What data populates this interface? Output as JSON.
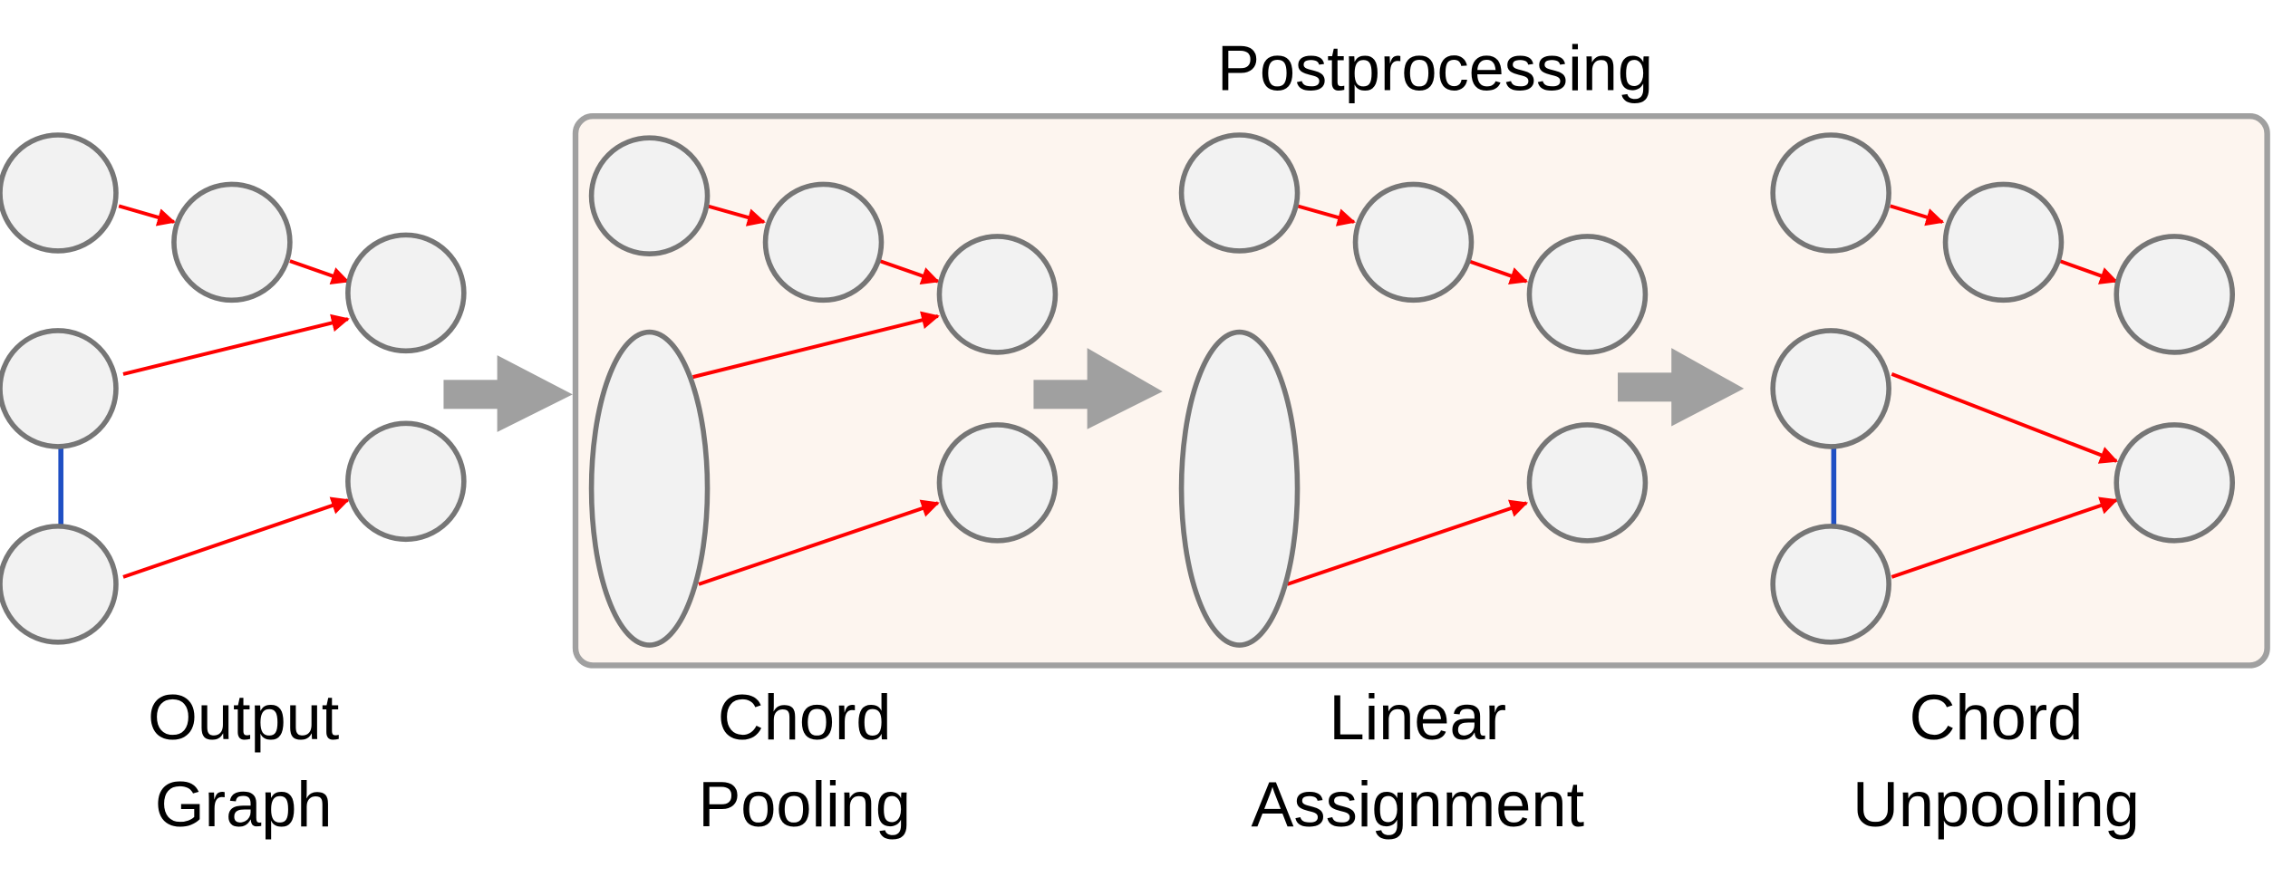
{
  "title": "Postprocessing",
  "stages": [
    {
      "line1": "Output",
      "line2": "Graph"
    },
    {
      "line1": "Chord",
      "line2": "Pooling"
    },
    {
      "line1": "Linear",
      "line2": "Assignment"
    },
    {
      "line1": "Chord",
      "line2": "Unpooling"
    }
  ],
  "colors": {
    "directed_edge": "#ff0000",
    "undirected_edge": "#1f4fc4",
    "node_fill": "#f2f2f2",
    "box_fill": "#fdf5ef"
  }
}
